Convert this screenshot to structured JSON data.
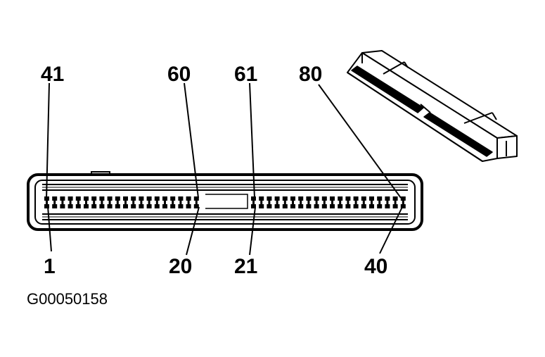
{
  "labels": {
    "pin_41": "41",
    "pin_60": "60",
    "pin_61": "61",
    "pin_80": "80",
    "pin_1": "1",
    "pin_20": "20",
    "pin_21": "21",
    "pin_40": "40"
  },
  "figure_id": "G00050158",
  "colors": {
    "ink": "#000000",
    "background": "#ffffff"
  }
}
